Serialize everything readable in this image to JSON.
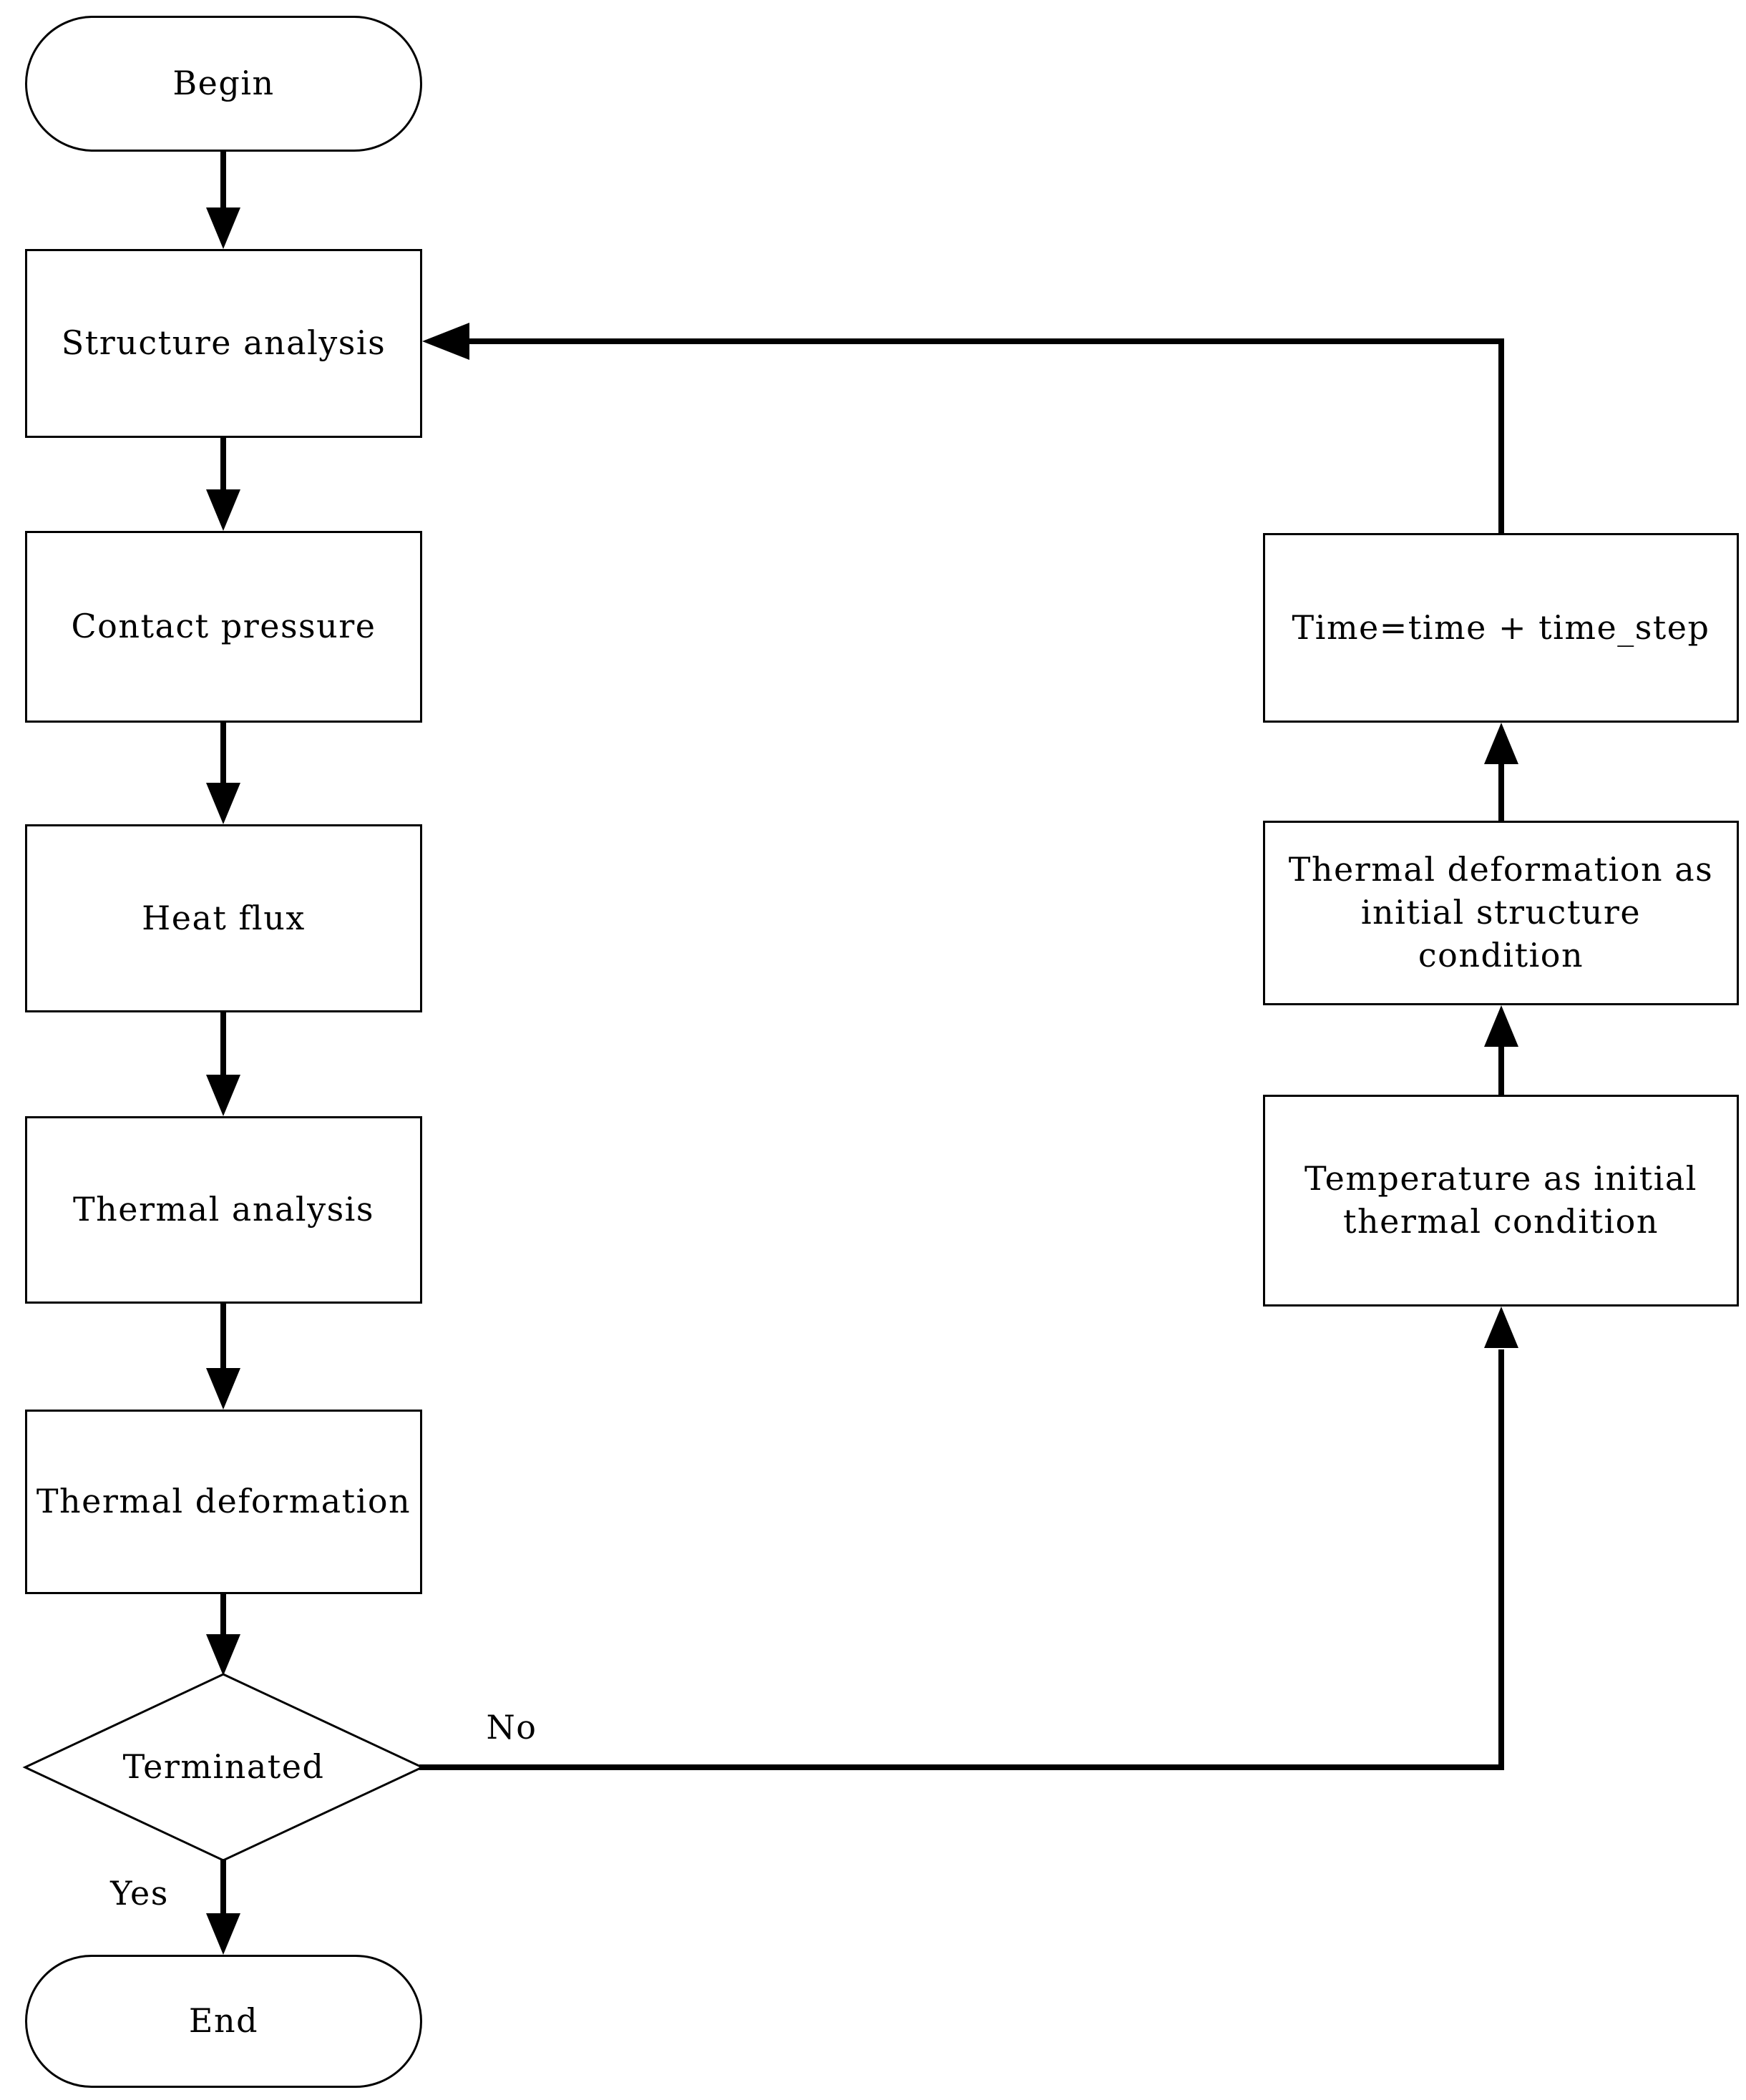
{
  "colors": {
    "background": "#ffffff",
    "stroke": "#000000",
    "text": "#000000"
  },
  "nodes": {
    "begin": {
      "label": "Begin",
      "shape": "stadium"
    },
    "structure_analysis": {
      "label": "Structure analysis",
      "shape": "rectangle"
    },
    "contact_pressure": {
      "label": "Contact pressure",
      "shape": "rectangle"
    },
    "heat_flux": {
      "label": "Heat flux",
      "shape": "rectangle"
    },
    "thermal_analysis": {
      "label": "Thermal analysis",
      "shape": "rectangle"
    },
    "thermal_deformation": {
      "label": "Thermal deformation",
      "shape": "rectangle"
    },
    "terminated": {
      "label": "Terminated",
      "shape": "diamond"
    },
    "end": {
      "label": "End",
      "shape": "stadium"
    },
    "time_increment": {
      "label": "Time=time + time_step",
      "shape": "rectangle"
    },
    "thermal_deformation_initial": {
      "label": "Thermal deformation as\ninitial structure\ncondition",
      "shape": "rectangle"
    },
    "temperature_initial": {
      "label": "Temperature as initial\nthermal condition",
      "shape": "rectangle"
    }
  },
  "edge_labels": {
    "no": "No",
    "yes": "Yes"
  },
  "edges": [
    {
      "from": "begin",
      "to": "structure_analysis"
    },
    {
      "from": "structure_analysis",
      "to": "contact_pressure"
    },
    {
      "from": "contact_pressure",
      "to": "heat_flux"
    },
    {
      "from": "heat_flux",
      "to": "thermal_analysis"
    },
    {
      "from": "thermal_analysis",
      "to": "thermal_deformation"
    },
    {
      "from": "thermal_deformation",
      "to": "terminated"
    },
    {
      "from": "terminated",
      "to": "end",
      "label": "Yes"
    },
    {
      "from": "terminated",
      "to": "temperature_initial",
      "label": "No"
    },
    {
      "from": "temperature_initial",
      "to": "thermal_deformation_initial"
    },
    {
      "from": "thermal_deformation_initial",
      "to": "time_increment"
    },
    {
      "from": "time_increment",
      "to": "structure_analysis"
    }
  ]
}
